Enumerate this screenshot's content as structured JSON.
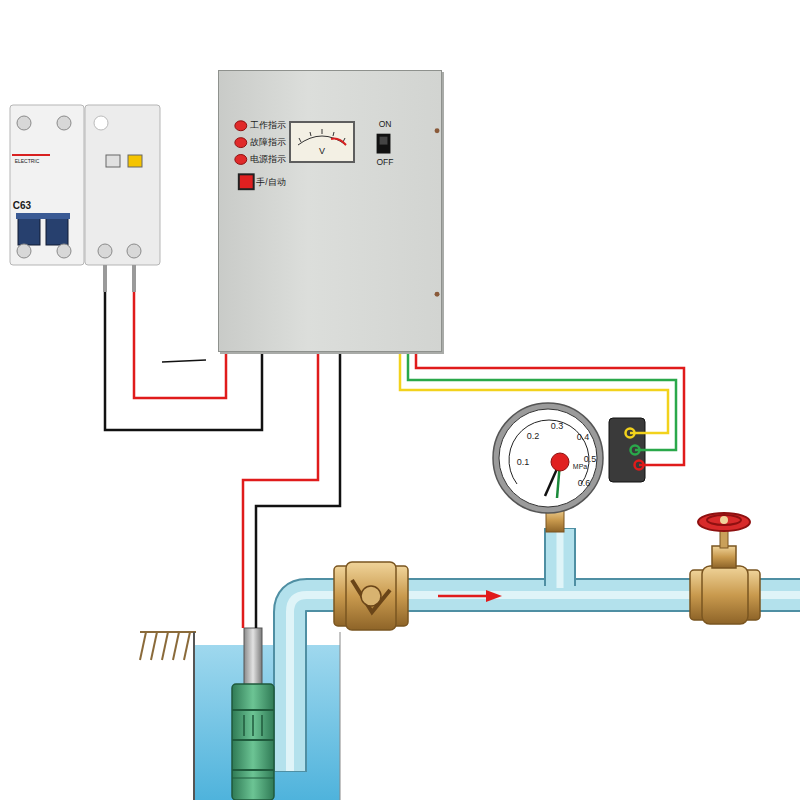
{
  "diagram": {
    "nodes": [
      {
        "text": [
          "ELECTRIC",
          "C63"
        ]
      },
      {
        "text": [
          "工作指示",
          "故障指示",
          "电源指示",
          "手/自动",
          "ON",
          "OFF"
        ]
      },
      {
        "text": [
          "V"
        ],
        "in": 1
      },
      {
        "text": [
          "0.2",
          "0.3",
          "0.4",
          "0.1",
          "0.5",
          "MPa",
          "0.6"
        ]
      }
    ],
    "edges": [
      {
        "from": 0,
        "to": 1,
        "arrow": "none"
      },
      {
        "from": 0,
        "to": 1,
        "arrow": "none"
      },
      {
        "from": 1,
        "to": 3,
        "arrow": "none"
      },
      {
        "from": 1,
        "to": 3,
        "arrow": "none"
      },
      {
        "from": 1,
        "to": 3,
        "arrow": "none"
      }
    ]
  }
}
